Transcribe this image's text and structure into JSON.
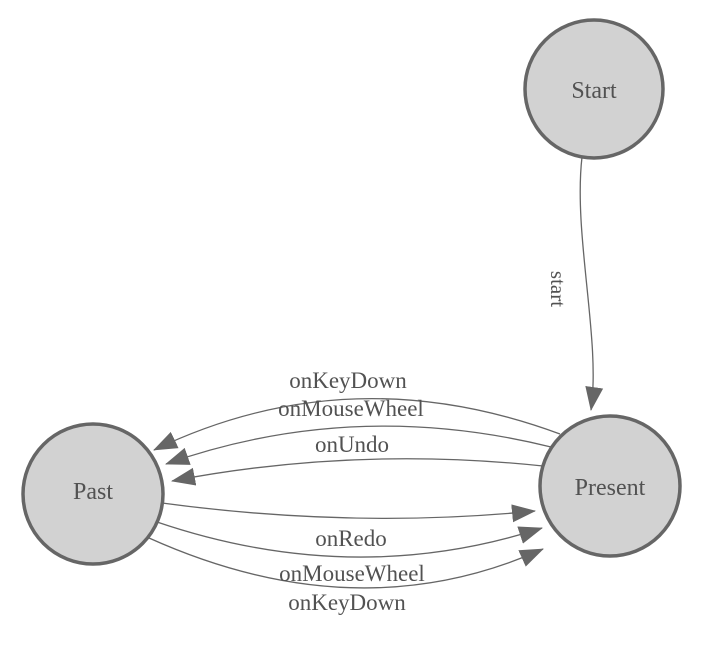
{
  "diagram": {
    "title": "state-machine",
    "background": "#ffffff",
    "colors": {
      "node_fill": "#d2d2d2",
      "node_border": "#666666",
      "edge_stroke": "#666666",
      "arrow_fill": "#666666",
      "label_color": "#525252"
    },
    "nodes": [
      {
        "id": "start",
        "label": "Start"
      },
      {
        "id": "present",
        "label": "Present"
      },
      {
        "id": "past",
        "label": "Past"
      }
    ],
    "edges": [
      {
        "from": "Start",
        "to": "Present",
        "label": "start"
      },
      {
        "from": "Present",
        "to": "Past",
        "label": "onKeyDown"
      },
      {
        "from": "Present",
        "to": "Past",
        "label": "onMouseWheel"
      },
      {
        "from": "Present",
        "to": "Past",
        "label": "onUndo"
      },
      {
        "from": "Past",
        "to": "Present",
        "label": "onRedo"
      },
      {
        "from": "Past",
        "to": "Present",
        "label": "onMouseWheel"
      },
      {
        "from": "Past",
        "to": "Present",
        "label": "onKeyDown"
      }
    ]
  }
}
